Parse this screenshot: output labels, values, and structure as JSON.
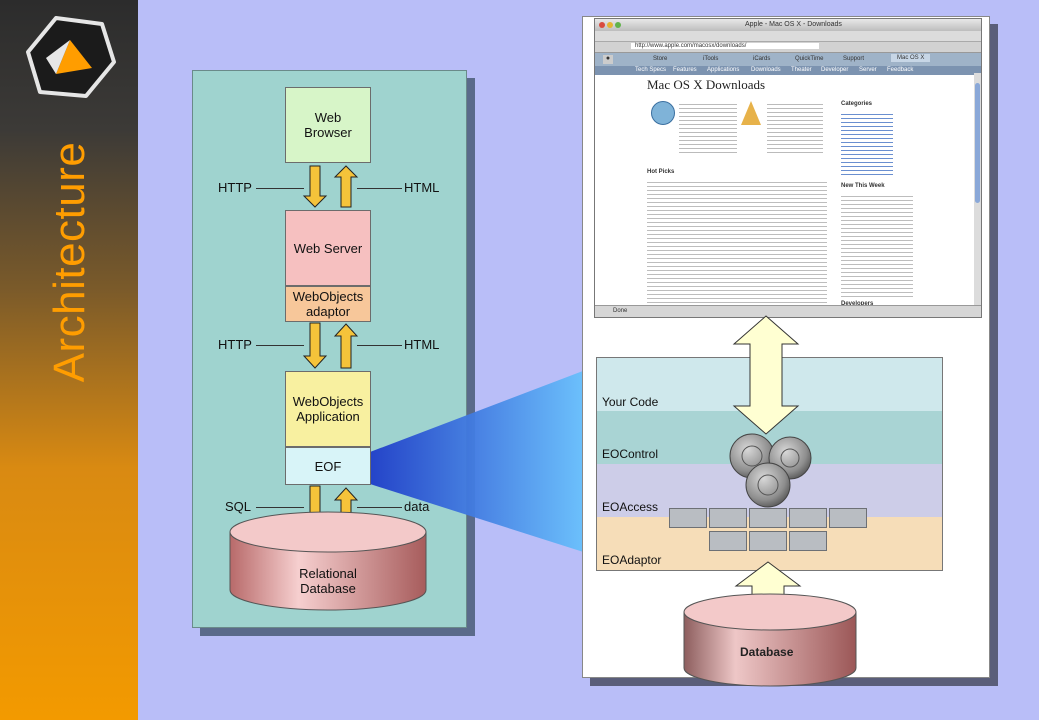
{
  "sidebar": {
    "title": "Architecture",
    "colors": {
      "top": "#2c2c2c",
      "bottom": "#f39a00",
      "title": "#ff9d00"
    }
  },
  "left_diagram": {
    "boxes": {
      "web_browser": "Web\nBrowser",
      "web_server": "Web Server",
      "webobjects_adaptor": "WebObjects\nadaptor",
      "webobjects_application": "WebObjects\nApplication",
      "eof": "EOF",
      "relational_database": "Relational\nDatabase"
    },
    "labels": {
      "http_1": "HTTP",
      "html_1": "HTML",
      "http_2": "HTTP",
      "html_2": "HTML",
      "sql": "SQL",
      "data": "data"
    }
  },
  "screenshot": {
    "window_title": "Apple - Mac OS X - Downloads",
    "url": "http://www.apple.com/macosx/downloads/",
    "tabs": [
      "Store",
      "iTools",
      "iCards",
      "QuickTime",
      "Support",
      "Mac OS X"
    ],
    "subnav": [
      "Tech Specs",
      "Features",
      "Applications",
      "Downloads",
      "Theater",
      "Developer",
      "Server",
      "Feedback"
    ],
    "page_heading": "Mac OS X Downloads",
    "categories_heading": "Categories",
    "hot_picks_heading": "Hot Picks",
    "new_this_week_heading": "New This Week",
    "developers_heading": "Developers",
    "status": "Done"
  },
  "right_diagram": {
    "layers": [
      "Your Code",
      "EOControl",
      "EOAccess",
      "EOAdaptor"
    ],
    "database": "Database",
    "layer_colors": [
      "#cfe8ec",
      "#a9d4d4",
      "#cdcde8",
      "#f6ddb8"
    ]
  }
}
